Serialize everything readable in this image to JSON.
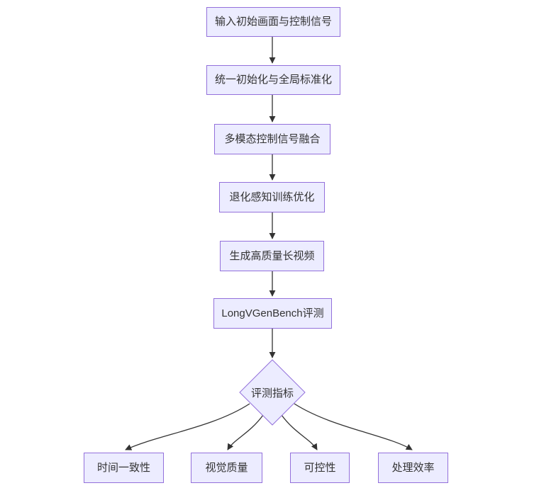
{
  "diagram": {
    "type": "flowchart",
    "direction": "top-down",
    "nodes": {
      "input": "输入初始画面与控制信号",
      "init": "统一初始化与全局标准化",
      "fusion": "多模态控制信号融合",
      "training": "退化感知训练优化",
      "generate": "生成高质量长视频",
      "bench": "LongVGenBench评测",
      "metrics": "评测指标",
      "temporal": "时间一致性",
      "visual": "视觉质量",
      "control": "可控性",
      "efficiency": "处理效率"
    },
    "edges": [
      {
        "from": "input",
        "to": "init"
      },
      {
        "from": "init",
        "to": "fusion"
      },
      {
        "from": "fusion",
        "to": "training"
      },
      {
        "from": "training",
        "to": "generate"
      },
      {
        "from": "generate",
        "to": "bench"
      },
      {
        "from": "bench",
        "to": "metrics"
      },
      {
        "from": "metrics",
        "to": "temporal"
      },
      {
        "from": "metrics",
        "to": "visual"
      },
      {
        "from": "metrics",
        "to": "control"
      },
      {
        "from": "metrics",
        "to": "efficiency"
      }
    ],
    "colors": {
      "node_fill": "#ECECFF",
      "node_border": "#9370DB",
      "edge": "#333333",
      "text": "#333333",
      "background": "#ffffff"
    }
  }
}
